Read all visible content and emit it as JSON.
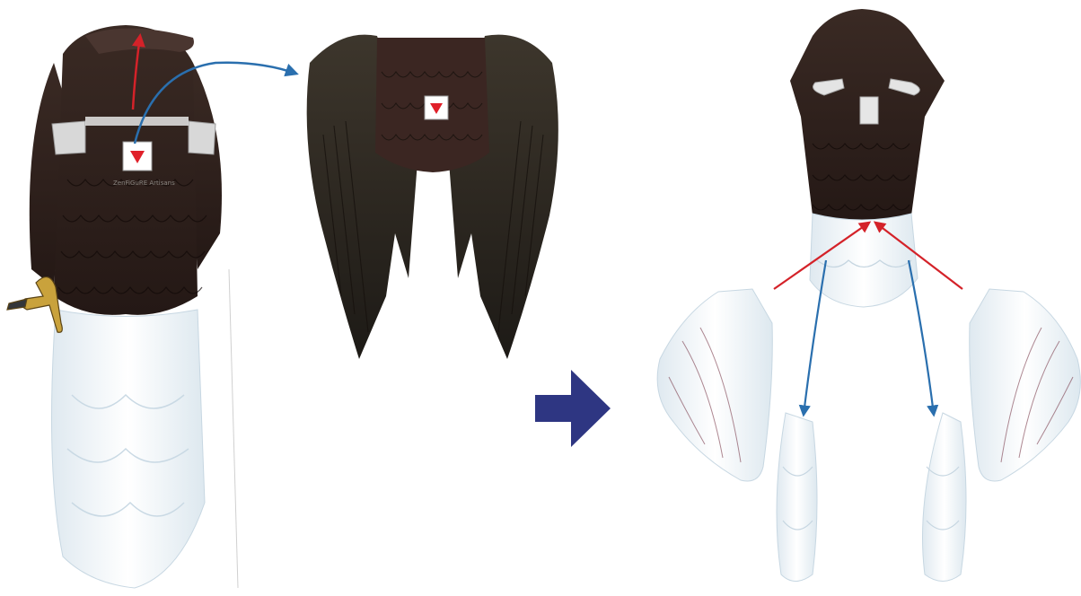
{
  "credit_text": "ZenFiGuRE Artisans",
  "colors": {
    "dark_feather": "#2a1d1a",
    "dark_feather_mid": "#3b2b25",
    "wing_dark": "#2f2a22",
    "white_feather": "#f2f7fa",
    "white_shade": "#d9e6ee",
    "fold_tab": "#d8d8d8",
    "arrow_blue": "#2a6fae",
    "arrow_red": "#d42229",
    "marker_red": "#e0202a",
    "big_arrow": "#2e3682",
    "talon": "#c9a23c"
  },
  "icons": {
    "fold_marker": "triangle-down",
    "process_arrow": "arrow-right"
  }
}
